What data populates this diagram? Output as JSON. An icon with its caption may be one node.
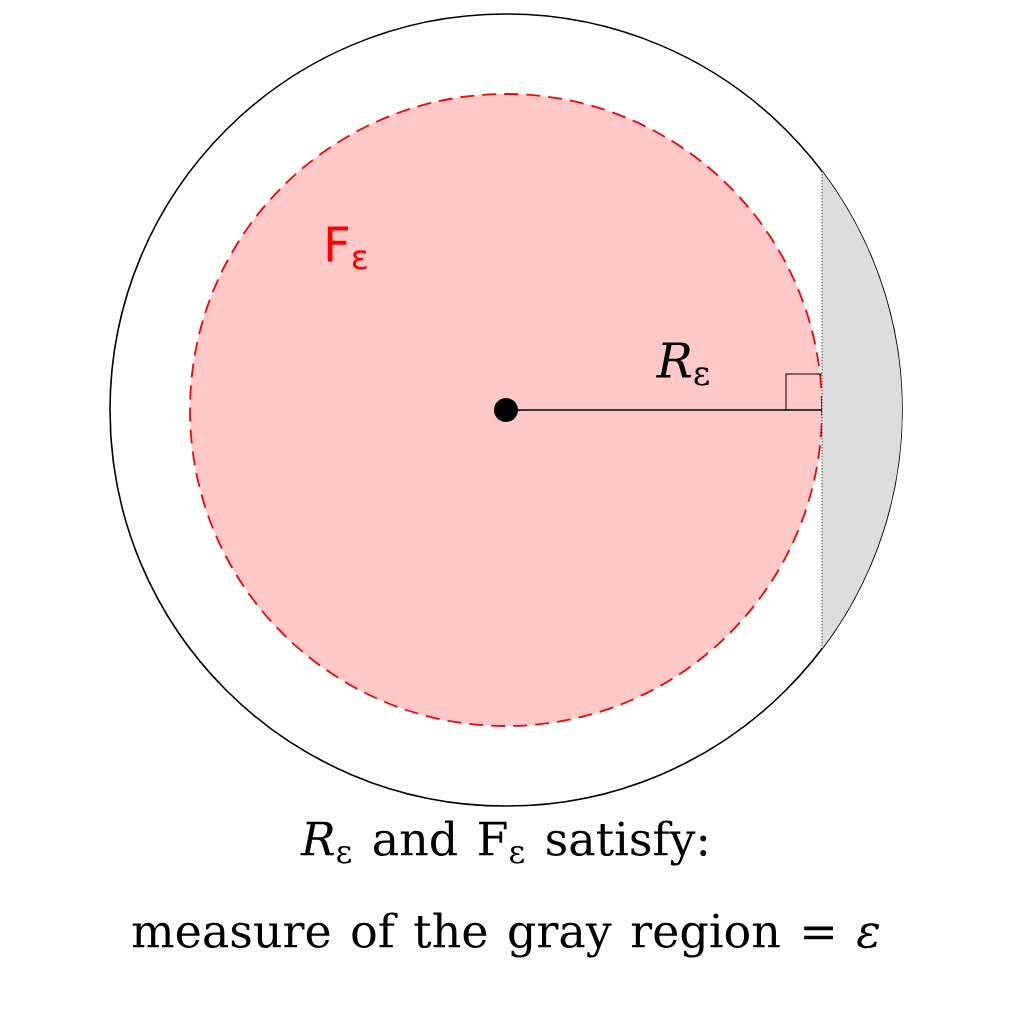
{
  "diagram": {
    "caption": "*R*$_{ε}$ and F$_{ε}$ satisfy: measure of the gray region = *ε*",
    "nodes": [
      {
        "text": [],
        "shape": "circle"
      },
      {
        "text": [
          "F$_{ε}$"
        ],
        "in": 0
      },
      {
        "text": [],
        "shape": "segment",
        "in": 0
      }
    ],
    "labels": [
      "*R*$_{ε}$"
    ]
  }
}
